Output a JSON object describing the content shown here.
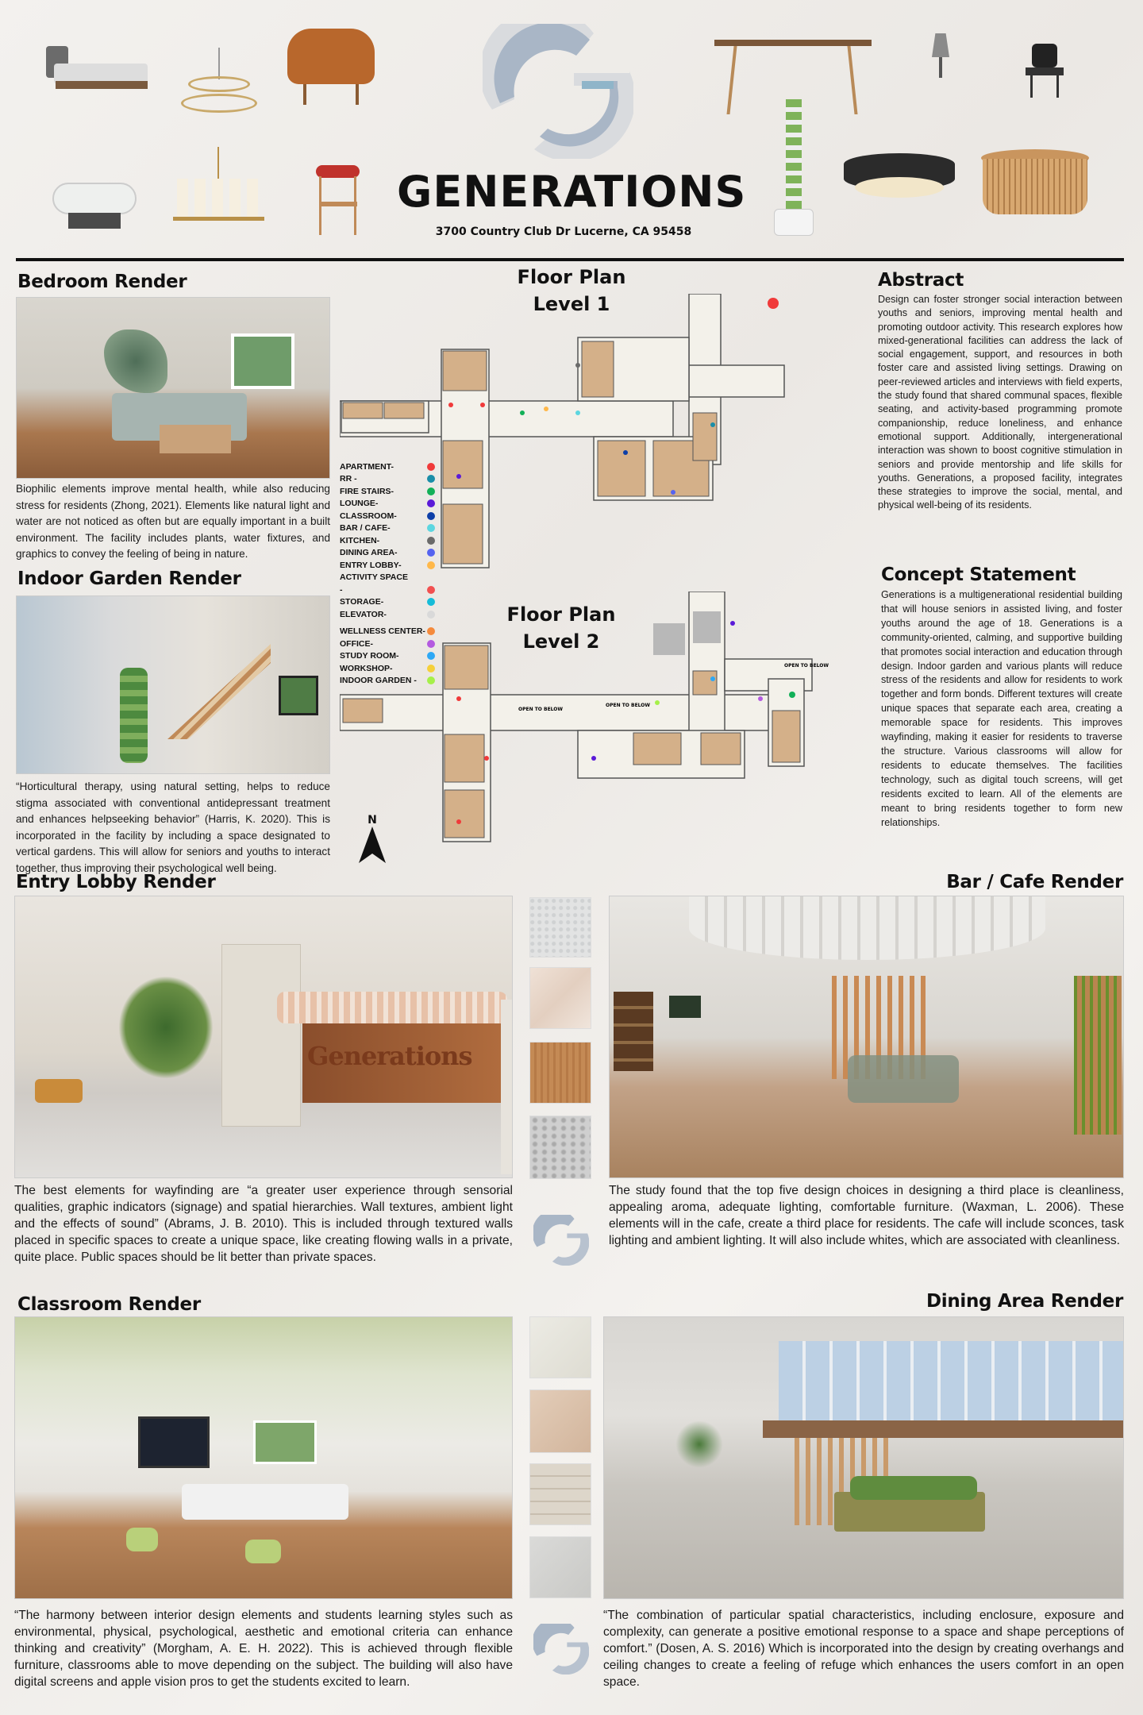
{
  "header": {
    "title": "GENERATIONS",
    "address": "3700 Country Club Dr Lucerne, CA 95458",
    "logo_colors": [
      "#d9dbde",
      "#a9b6c6",
      "#8fb5c9"
    ]
  },
  "sections": {
    "bedroom": {
      "title": "Bedroom Render",
      "caption": "Biophilic elements improve mental health, while also reducing stress for residents (Zhong, 2021). Elements like natural light and water are not noticed as often but are equally important in a built environment. The facility includes plants, water fixtures, and graphics to convey the feeling of being in nature."
    },
    "indoor_garden": {
      "title": "Indoor Garden Render",
      "caption": "“Horticultural therapy, using natural setting, helps to reduce stigma associated with conventional antidepressant treatment and enhances helpseeking behavior” (Harris, K. 2020). This is incorporated in the facility by including a space designated to vertical gardens. This will allow for seniors and youths to interact together, thus improving their psychological well being."
    },
    "entry_lobby": {
      "title": "Entry Lobby Render",
      "sign_text": "Generations",
      "caption": "The best elements for wayfinding are “a greater user experience through sensorial qualities, graphic indicators (signage) and spatial hierarchies. Wall textures, ambient light and the effects of sound” (Abrams, J. B. 2010). This is included through textured walls placed in specific spaces to create a unique space, like creating flowing walls in a private, quite place. Public spaces should be lit better than private spaces."
    },
    "bar_cafe": {
      "title": "Bar / Cafe Render",
      "caption": "The study found that the top five design choices in designing a third place is cleanliness, appealing aroma, adequate lighting, comfortable furniture. (Waxman, L. 2006). These elements will in the cafe, create a third place for residents. The cafe will include sconces, task lighting and ambient lighting. It will also include whites, which are associated with cleanliness."
    },
    "classroom": {
      "title": "Classroom Render",
      "caption": "“The harmony between interior design elements and students learning styles such as environmental, physical, psychological, aesthetic and emotional criteria can enhance thinking and creativity” (Morgham, A. E. H. 2022). This is achieved through flexible furniture, classrooms able to move depending on the subject. The building will also have digital screens and apple vision pros to get the students excited to learn."
    },
    "dining": {
      "title": "Dining Area Render",
      "caption": "“The combination of particular spatial characteristics, including enclosure, exposure and complexity, can generate a positive emotional response to a space and shape perceptions of comfort.” (Dosen, A. S. 2016) Which is incorporated into the design by creating overhangs and ceiling changes to create a feeling of refuge which enhances the users comfort in an open space."
    }
  },
  "floor_plans": {
    "level1": {
      "title_line1": "Floor Plan",
      "title_line2": "Level 1"
    },
    "level2": {
      "title_line1": "Floor Plan",
      "title_line2": "Level 2",
      "annotations": [
        "OPEN TO BELOW",
        "OPEN TO BELOW",
        "OPEN TO BELOW"
      ]
    },
    "north_label": "N",
    "legend": [
      {
        "label": "APARTMENT-",
        "color": "#f03a3a"
      },
      {
        "label": "RR -",
        "color": "#1a8ea8"
      },
      {
        "label": "FIRE STAIRS-",
        "color": "#12b058"
      },
      {
        "label": "LOUNGE-",
        "color": "#5a1ad8"
      },
      {
        "label": "CLASSROOM-",
        "color": "#0d3fa8"
      },
      {
        "label": "BAR / CAFE-",
        "color": "#5cd6e0"
      },
      {
        "label": "KITCHEN-",
        "color": "#6a6a6a"
      },
      {
        "label": "DINING AREA-",
        "color": "#5563f0"
      },
      {
        "label": "ENTRY LOBBY-",
        "color": "#ffb84a"
      },
      {
        "label": "ACTIVITY SPACE",
        "color": ""
      },
      {
        "label": "-",
        "color": "#f25050"
      },
      {
        "label": "STORAGE-",
        "color": "#16bcd8"
      },
      {
        "label": "ELEVATOR-",
        "color": "#d9d9d9"
      },
      {
        "label": "WELLNESS CENTER-",
        "color": "#f58a3c"
      },
      {
        "label": "OFFICE-",
        "color": "#b45ae0"
      },
      {
        "label": "STUDY ROOM-",
        "color": "#2ea8f5"
      },
      {
        "label": "WORKSHOP-",
        "color": "#f5d03a"
      },
      {
        "label": "INDOOR GARDEN -",
        "color": "#a6f04a"
      }
    ]
  },
  "abstract": {
    "title": "Abstract",
    "body": "Design can foster stronger social interaction between youths and seniors, improving mental health and promoting outdoor activity. This research explores how mixed-generational facilities can address the lack of social engagement, support, and resources in both foster care and assisted living settings. Drawing on peer-reviewed articles and interviews with field experts, the study found that shared communal spaces, flexible seating, and activity-based programming promote companionship, reduce loneliness, and enhance emotional support. Additionally, intergenerational interaction was shown to boost cognitive stimulation in seniors and provide mentorship and life skills for youths. Generations, a proposed facility, integrates these strategies to improve the social, mental, and physical well-being of its residents."
  },
  "concept": {
    "title": "Concept Statement",
    "body": "Generations is a multigenerational residential building that will house seniors in assisted living, and foster youths around the age of 18. Generations is a community-oriented, calming, and supportive building that promotes social interaction and education through design. Indoor garden and various plants will reduce stress of the residents and allow for residents to work together and form bonds. Different textures will create unique spaces that separate each area, creating a memorable space for residents. This improves wayfinding, making it easier for residents to traverse the structure. Various classrooms will allow for residents to educate themselves. The facilities technology, such as digital touch screens, will get residents excited to learn. All of the elements are meant to bring residents together to form new relationships."
  },
  "materials": {
    "set1": [
      "#dfe0e0",
      "#e8d8cc",
      "#c48a55",
      "#c9c9c9"
    ],
    "set2": [
      "#e6e4dc",
      "#dcc3ad",
      "#d9d1c4",
      "#d2d2d0"
    ]
  }
}
